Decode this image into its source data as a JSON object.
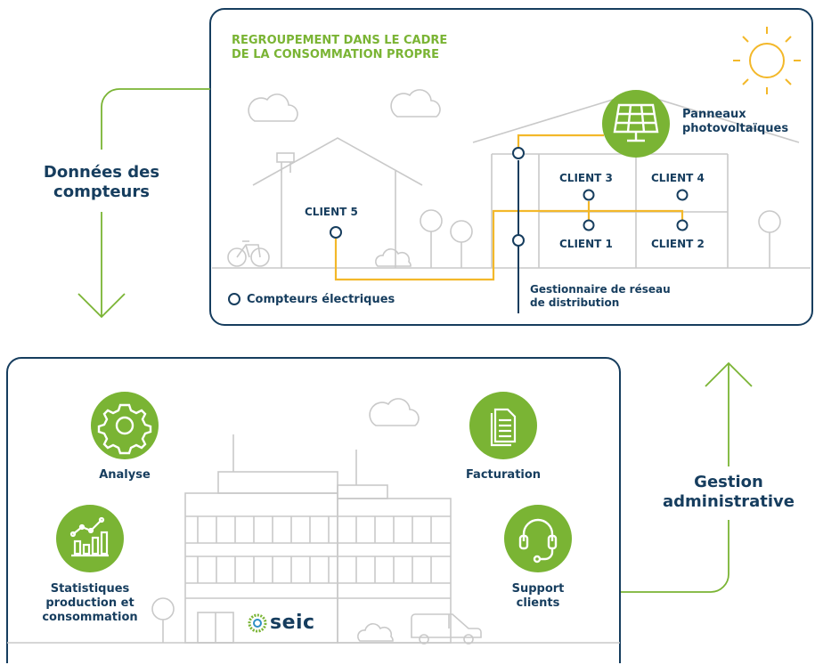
{
  "top_panel": {
    "title_line1": "REGROUPEMENT DANS LE CADRE",
    "title_line2": "DE LA CONSOMMATION PROPRE",
    "solar_label_line1": "Panneaux",
    "solar_label_line2": "photovoltaïques",
    "clients": [
      "CLIENT 3",
      "CLIENT 4",
      "CLIENT 1",
      "CLIENT 2",
      "CLIENT 5"
    ],
    "legend_label": "Compteurs électriques",
    "grid_operator_line1": "Gestionnaire de réseau",
    "grid_operator_line2": "de distribution"
  },
  "left_arrow": {
    "label_line1": "Données des",
    "label_line2": "compteurs"
  },
  "right_arrow": {
    "label_line1": "Gestion",
    "label_line2": "administrative"
  },
  "bottom_panel": {
    "analyse_label": "Analyse",
    "billing_label": "Facturation",
    "stats_line1": "Statistiques",
    "stats_line2": "production et",
    "stats_line3": "consommation",
    "support_line1": "Support",
    "support_line2": "clients",
    "company_logo_text": "seic"
  },
  "colors": {
    "navy": "#163d5e",
    "green": "#7ab434",
    "yellow": "#f3b82a",
    "grey_line": "#c9c9c9"
  },
  "icons": [
    "sun-icon",
    "cloud-icon",
    "solar-panel-icon",
    "bicycle-icon",
    "tree-icon",
    "gear-icon",
    "document-icon",
    "chart-icon",
    "headset-icon",
    "van-icon"
  ]
}
